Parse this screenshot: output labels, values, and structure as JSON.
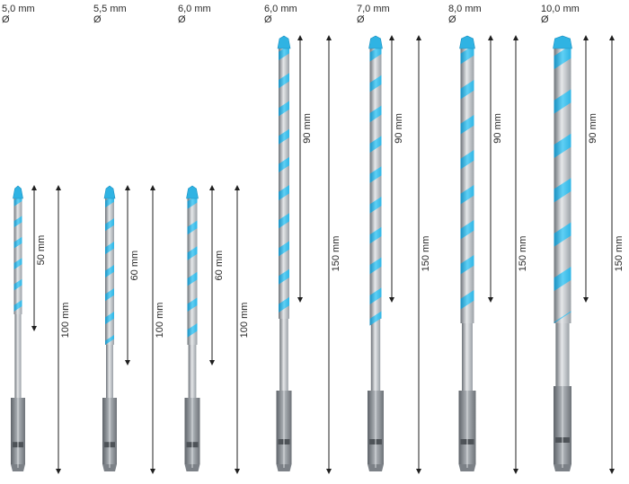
{
  "colors": {
    "accent_blue": "#2fb3e3",
    "accent_blue_dark": "#1a8fc0",
    "steel_light": "#c9cdd1",
    "steel_mid": "#9aa0a6",
    "steel_dark": "#6d7278",
    "arrow": "#1f1f1f",
    "text": "#2a2a2a"
  },
  "diameter_symbol": "Ø",
  "drills": [
    {
      "diameter": "5,0 mm",
      "working_length": "50 mm",
      "total_length": "100 mm"
    },
    {
      "diameter": "5,5 mm",
      "working_length": "60 mm",
      "total_length": "100 mm"
    },
    {
      "diameter": "6,0 mm",
      "working_length": "60 mm",
      "total_length": "100 mm"
    },
    {
      "diameter": "6,0 mm",
      "working_length": "90 mm",
      "total_length": "150 mm"
    },
    {
      "diameter": "7,0 mm",
      "working_length": "90 mm",
      "total_length": "150 mm"
    },
    {
      "diameter": "8,0 mm",
      "working_length": "90 mm",
      "total_length": "150 mm"
    },
    {
      "diameter": "10,0 mm",
      "working_length": "90 mm",
      "total_length": "150 mm"
    }
  ]
}
